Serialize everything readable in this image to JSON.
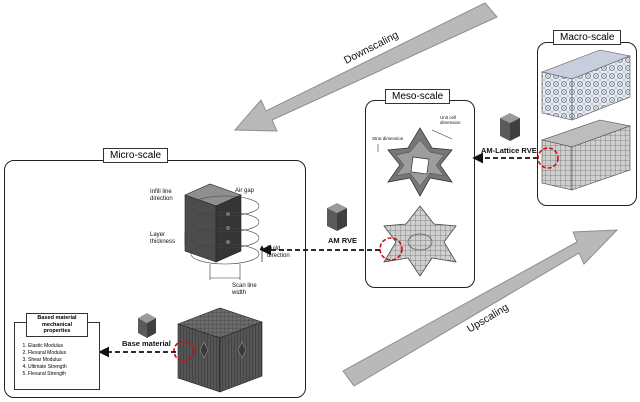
{
  "panels": {
    "macro": {
      "title": "Macro-scale"
    },
    "meso": {
      "title": "Meso-scale"
    },
    "micro": {
      "title": "Micro-scale"
    }
  },
  "arrows": {
    "downscaling": "Downscaling",
    "upscaling": "Upscaling"
  },
  "labels": {
    "am_lattice_rve": "AM-Lattice RVE",
    "am_rve": "AM RVE",
    "base_material": "Base material",
    "unit_cell_dimension": "Unit cell\ndimension",
    "strut_dimension": "Strut dimension",
    "infill_line_direction": "Infill line\ndirection",
    "air_gap": "Air gap",
    "layer_thickness": "Layer\nthickness",
    "build_direction": "Build\ndirection",
    "scan_line_width": "Scan line\nwidth"
  },
  "properties": {
    "title": "Based material\nmechanical\nproperties",
    "items": [
      "Elastic Modulus",
      "Flexural Modulus",
      "Shear Modulus",
      "Ultimate Strength",
      "Flexural Strength"
    ]
  },
  "colors": {
    "arrow_fill": "#b9b9b9",
    "cube_top": "#9a9a9a",
    "cube_left": "#5a5a5a",
    "cube_right": "#3f3f3f",
    "zoom_circle": "#d01010"
  }
}
